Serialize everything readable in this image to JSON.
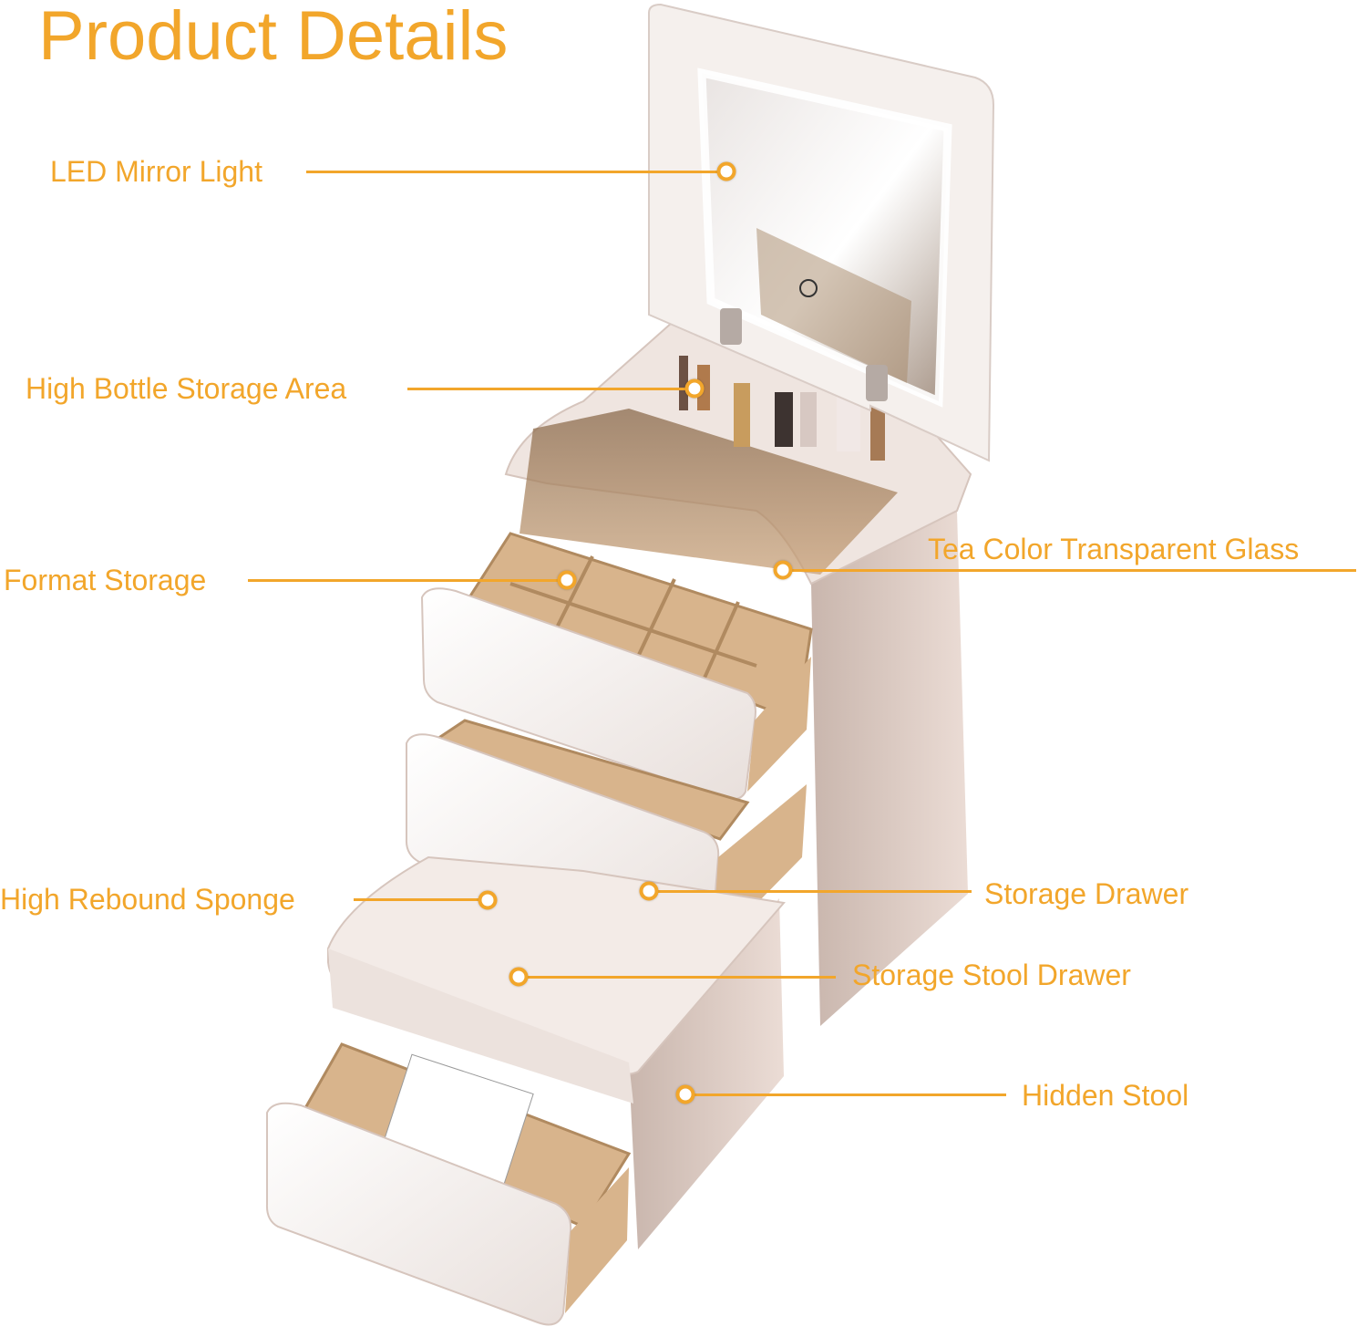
{
  "title": "Product Details",
  "colors": {
    "accent": "#f2a62b",
    "cabinet": "#f4efec",
    "cabinet_shadow": "#d9ccc6",
    "wood_interior": "#d8b48c",
    "tea_glass": "#b88a5e"
  },
  "callouts": [
    {
      "id": "led-mirror-light",
      "label": "LED Mirror Light"
    },
    {
      "id": "high-bottle-storage-area",
      "label": "High Bottle Storage Area"
    },
    {
      "id": "format-storage",
      "label": "Format Storage"
    },
    {
      "id": "tea-color-transparent-glass",
      "label": "Tea Color Transparent Glass"
    },
    {
      "id": "high-rebound-sponge",
      "label": "High Rebound Sponge"
    },
    {
      "id": "storage-drawer",
      "label": "Storage Drawer"
    },
    {
      "id": "hidden-stool",
      "label": "Hidden Stool"
    },
    {
      "id": "storage-stool-drawer",
      "label": "Storage Stool Drawer"
    }
  ]
}
